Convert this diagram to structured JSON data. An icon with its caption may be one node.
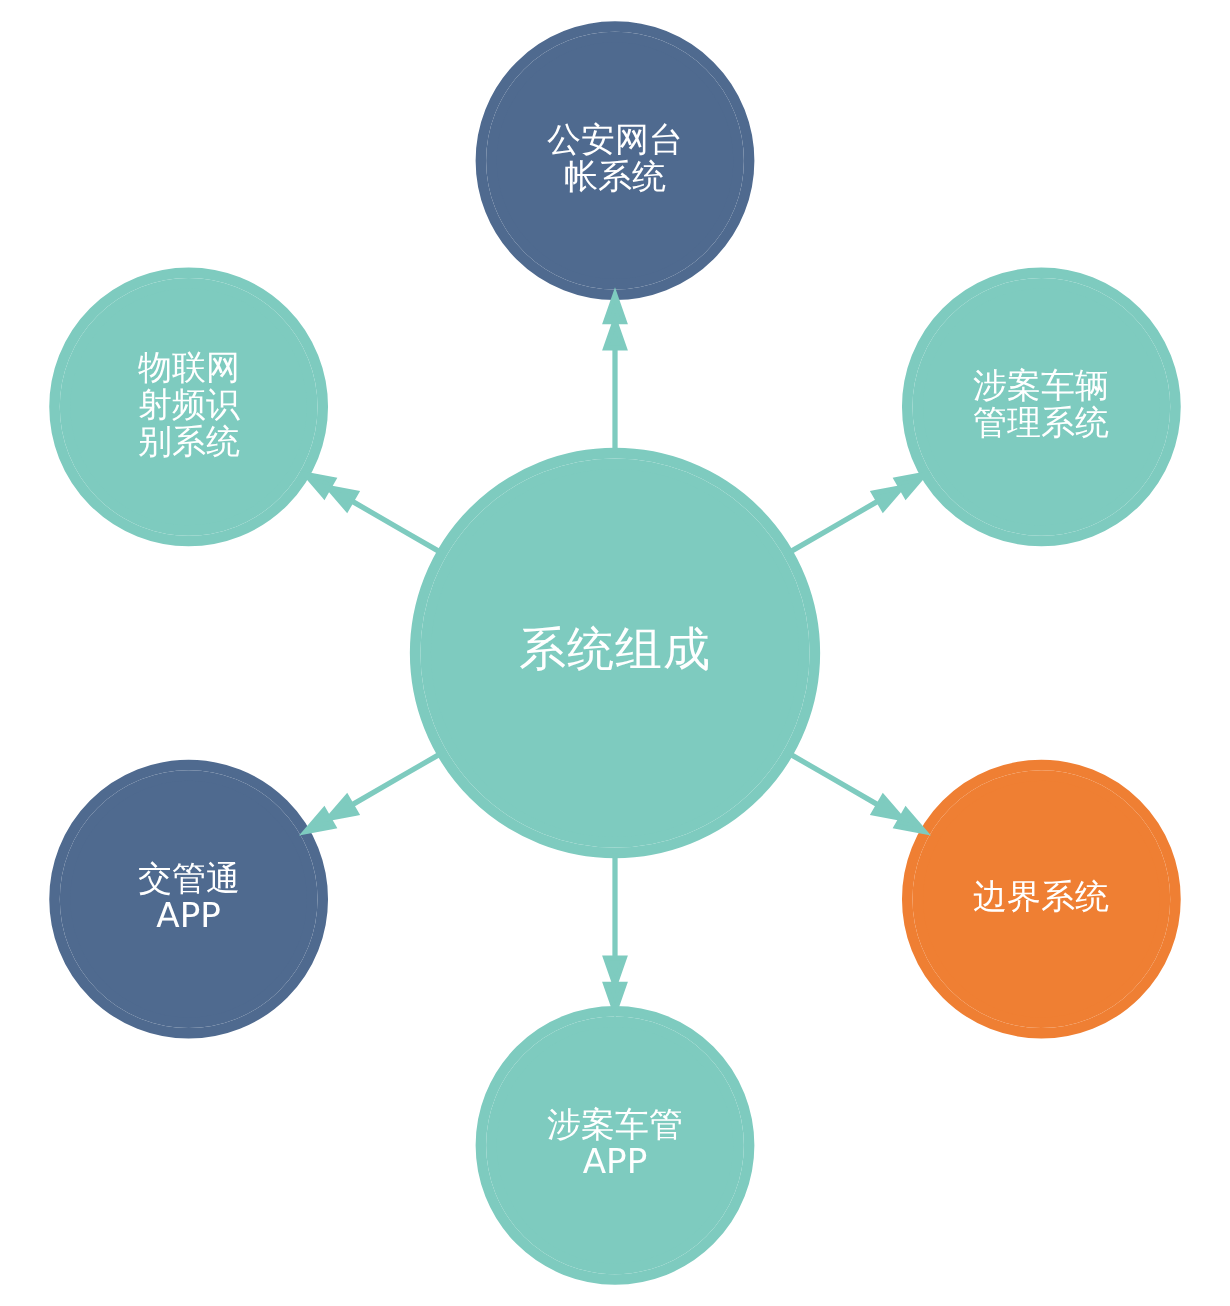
{
  "diagram": {
    "nodes": [
      {
        "text": [
          "系统组成"
        ]
      },
      {
        "text": [
          "涉案车辆管理系统"
        ]
      },
      {
        "text": [
          "公安网台帐系统"
        ]
      },
      {
        "text": [
          "物联网射频识别系统"
        ]
      },
      {
        "text": [
          "交管通 APP"
        ]
      },
      {
        "text": [
          "涉案车管 APP"
        ]
      },
      {
        "text": [
          "边界系统"
        ]
      }
    ],
    "edges": [
      {
        "from": 0,
        "to": 1,
        "arrow": "to"
      },
      {
        "from": 0,
        "to": 3,
        "arrow": "to"
      },
      {
        "from": 0,
        "to": 5,
        "arrow": "to"
      },
      {
        "from": 0,
        "to": 6,
        "arrow": "to"
      },
      {
        "from": 0,
        "to": 4,
        "arrow": "to"
      },
      {
        "from": 0,
        "to": 2,
        "arrow": "to"
      }
    ]
  }
}
